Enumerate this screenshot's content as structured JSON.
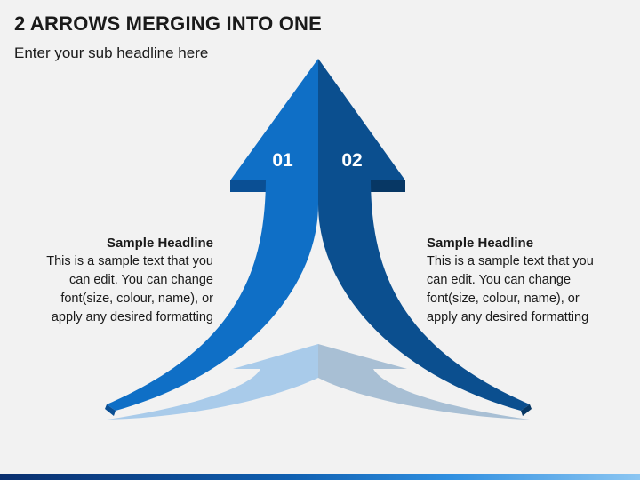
{
  "title": "2 ARROWS MERGING INTO ONE",
  "subtitle": "Enter your sub headline here",
  "arrows": [
    {
      "number": "01",
      "color": "#0f6fc6",
      "shadow": "#0a4f94",
      "ghost": "#a9cbea"
    },
    {
      "number": "02",
      "color": "#0b4f8f",
      "shadow": "#073764",
      "ghost": "#a8bfd4"
    }
  ],
  "blocks": {
    "left": {
      "headline": "Sample Headline",
      "lines": [
        "This is a sample text that you",
        "can edit. You can change",
        "font(size, colour, name), or",
        "apply any desired formatting"
      ]
    },
    "right": {
      "headline": "Sample Headline",
      "lines": [
        "This is a sample text that you",
        "can edit. You can change",
        "font(size, colour, name), or",
        "apply any desired formatting"
      ]
    }
  }
}
